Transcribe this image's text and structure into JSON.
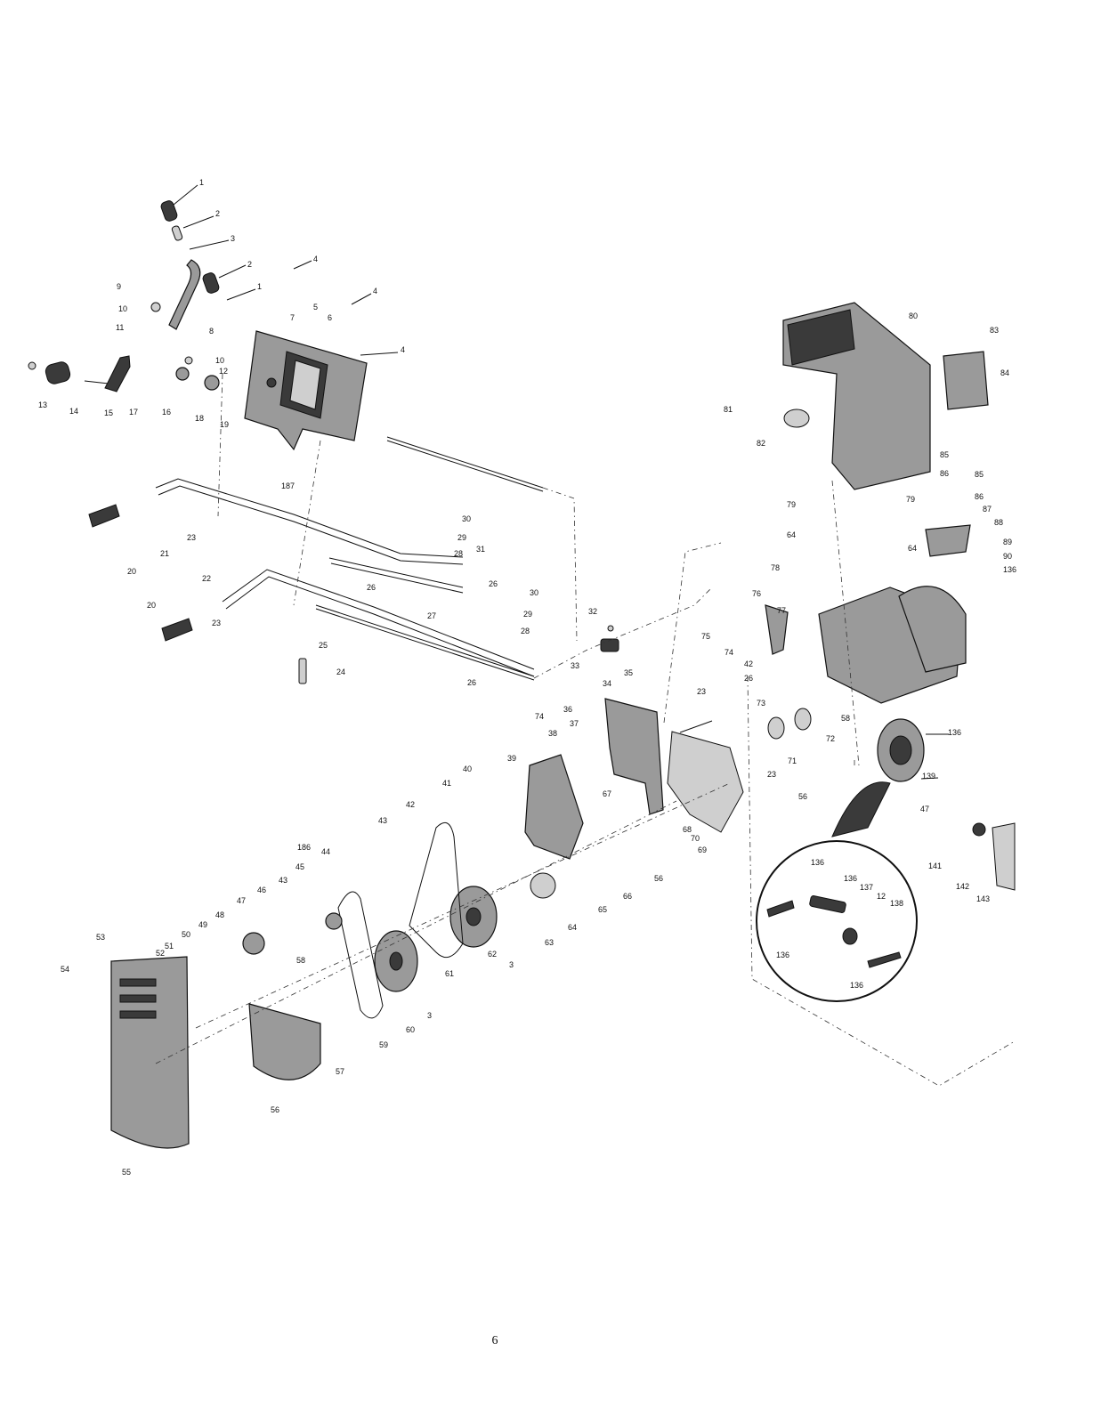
{
  "page_number": "6",
  "labels": [
    "1",
    "2",
    "3",
    "2",
    "1",
    "4",
    "9",
    "10",
    "7",
    "5",
    "6",
    "4",
    "11",
    "8",
    "10",
    "12",
    "4",
    "13",
    "14",
    "15",
    "17",
    "16",
    "18",
    "19",
    "187",
    "20",
    "21",
    "23",
    "30",
    "29",
    "28",
    "31",
    "26",
    "27",
    "26",
    "22",
    "20",
    "23",
    "25",
    "24",
    "30",
    "29",
    "28",
    "26",
    "32",
    "33",
    "34",
    "35",
    "36",
    "37",
    "74",
    "38",
    "39",
    "40",
    "41",
    "42",
    "43",
    "66",
    "67",
    "68",
    "69",
    "70",
    "56",
    "65",
    "64",
    "63",
    "186",
    "45",
    "44",
    "46",
    "47",
    "43",
    "48",
    "49",
    "50",
    "51",
    "52",
    "53",
    "54",
    "58",
    "57",
    "56",
    "59",
    "60",
    "3",
    "61",
    "62",
    "3",
    "55",
    "80",
    "83",
    "84",
    "81",
    "82",
    "85",
    "86",
    "85",
    "86",
    "79",
    "79",
    "64",
    "64",
    "87",
    "88",
    "89",
    "90",
    "136",
    "78",
    "76",
    "77",
    "75",
    "74",
    "42",
    "26",
    "23",
    "73",
    "58",
    "72",
    "71",
    "23",
    "56",
    "136",
    "139",
    "47",
    "141",
    "142",
    "143",
    "136",
    "136",
    "137",
    "12",
    "138",
    "136",
    "136"
  ]
}
